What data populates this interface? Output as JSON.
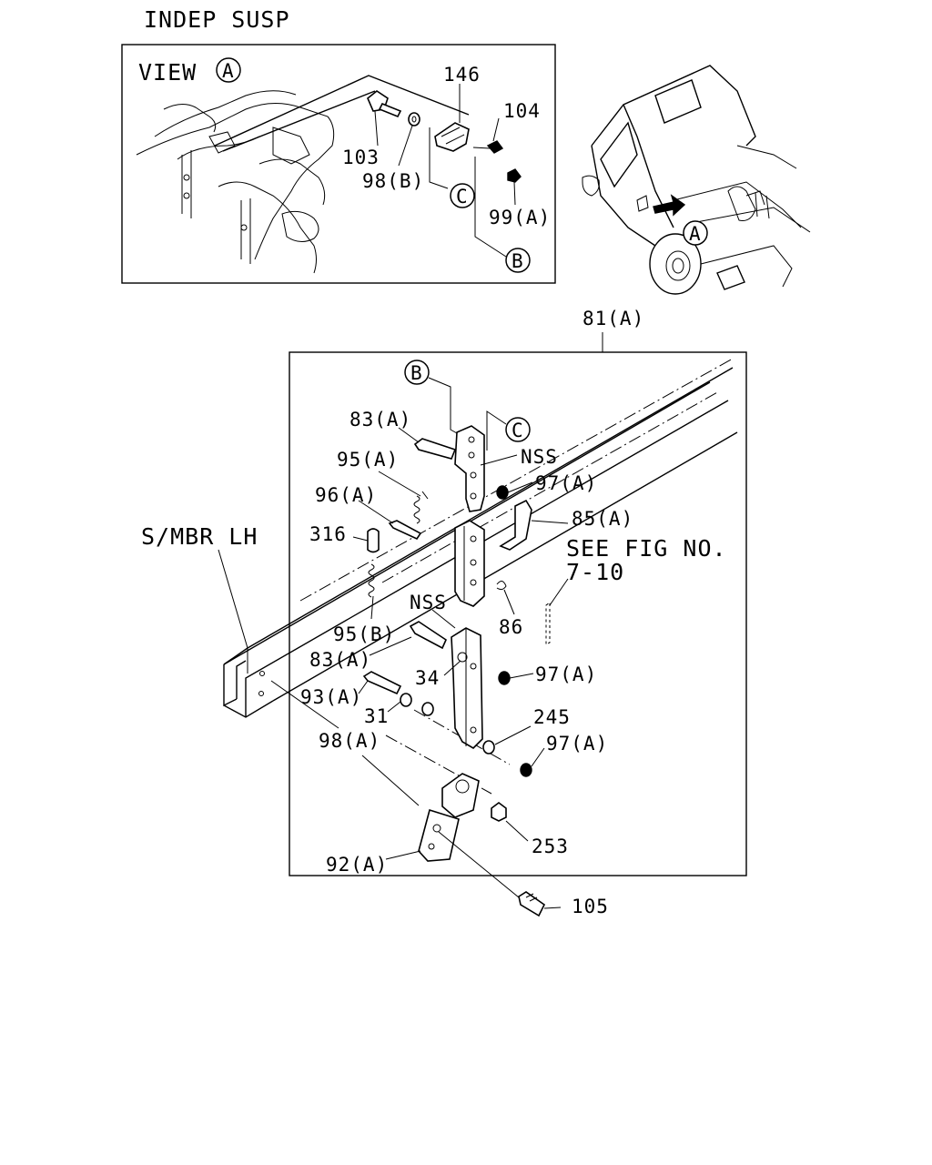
{
  "page_title": "INDEP SUSP",
  "view_title": "VIEW",
  "view_marker": "A",
  "ref_markers": {
    "b": "B",
    "c": "C",
    "a": "A"
  },
  "inset_labels": {
    "p146": "146",
    "p104": "104",
    "p103": "103",
    "p98b": "98(B)",
    "p99a": "99(A)"
  },
  "assembly_label": "81(A)",
  "member_label": "S/MBR LH",
  "see_fig": {
    "line1": "SEE FIG NO.",
    "line2": "7-10"
  },
  "labels": {
    "p83a_top": "83(A)",
    "nss_top": "NSS",
    "p95a": "95(A)",
    "p97a_1": "97(A)",
    "p96a": "96(A)",
    "p85a": "85(A)",
    "p316": "316",
    "nss_mid": "NSS",
    "p86": "86",
    "p95b": "95(B)",
    "p83a_bot": "83(A)",
    "p34": "34",
    "p97a_2": "97(A)",
    "p93a": "93(A)",
    "p31": "31",
    "p245": "245",
    "p98a": "98(A)",
    "p97a_3": "97(A)",
    "p253": "253",
    "p92a": "92(A)",
    "p105": "105"
  }
}
